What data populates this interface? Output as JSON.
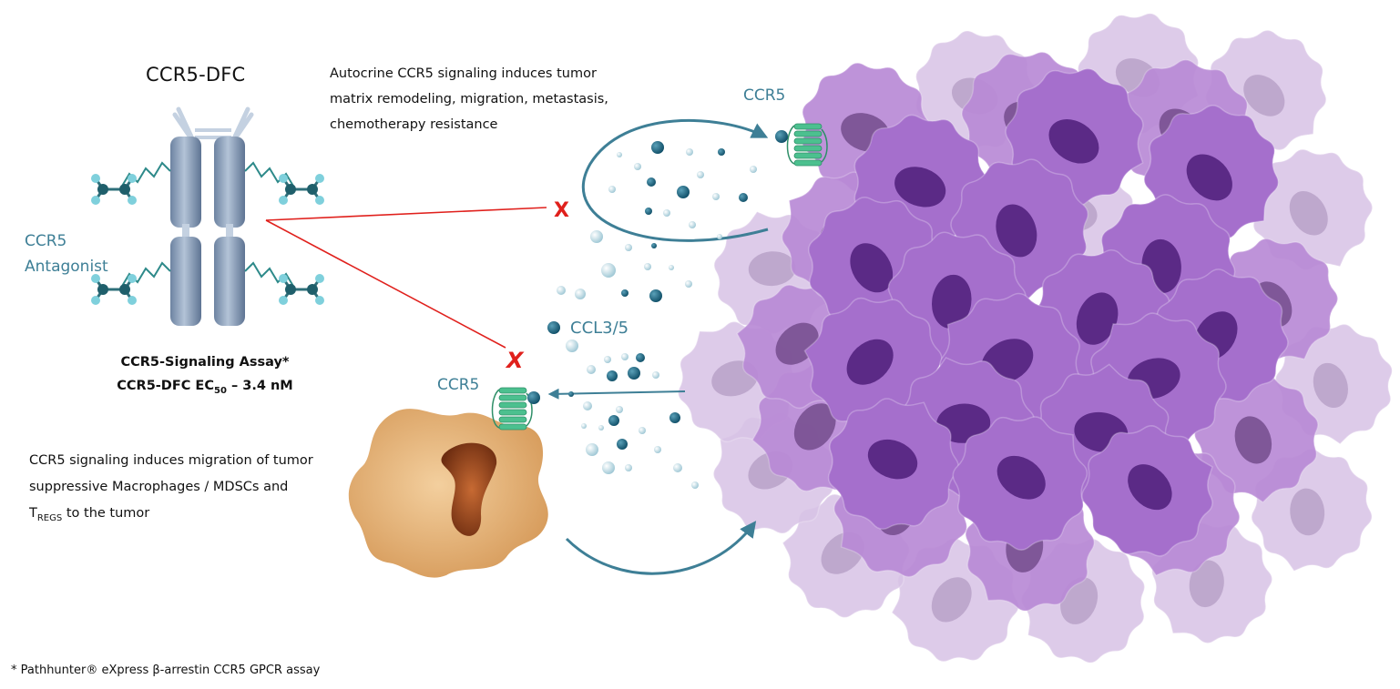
{
  "drug": {
    "name": "CCR5-DFC",
    "antagonist_line1": "CCR5",
    "antagonist_line2": "Antagonist"
  },
  "assay": {
    "line1": "CCR5-Signaling Assay*",
    "line2_prefix": "CCR5-DFC EC",
    "line2_sub": "50",
    "line2_suffix": " – 3.4 nM"
  },
  "autocrine": {
    "line1": "Autocrine CCR5 signaling induces tumor",
    "line2": "matrix remodeling, migration, metastasis,",
    "line3": "chemotherapy resistance"
  },
  "migration": {
    "line1": "CCR5 signaling induces migration of tumor",
    "line2": "suppressive Macrophages / MDSCs and",
    "line3_prefix": "T",
    "line3_sub": "REGS",
    "line3_suffix": " to the tumor"
  },
  "labels": {
    "ccr5_tumor": "CCR5",
    "ccr5_macrophage": "CCR5",
    "chemokine": "CCL3/5",
    "block_mark": "X"
  },
  "footnote": "* Pathhunter® eXpress β-arrestin CCR5 GPCR assay",
  "colors": {
    "accent_teal": "#3e7f96",
    "antibody": "#8fa4bf",
    "linker": "#2e8a8a",
    "receptor": "#4cc08f",
    "inhibit_line": "#e0201c",
    "tumor_cell": "#a56fcc",
    "tumor_nucleus": "#5b2a86",
    "macrophage": "#e2b27c",
    "macrophage_nucleus": "#8a3d17"
  }
}
